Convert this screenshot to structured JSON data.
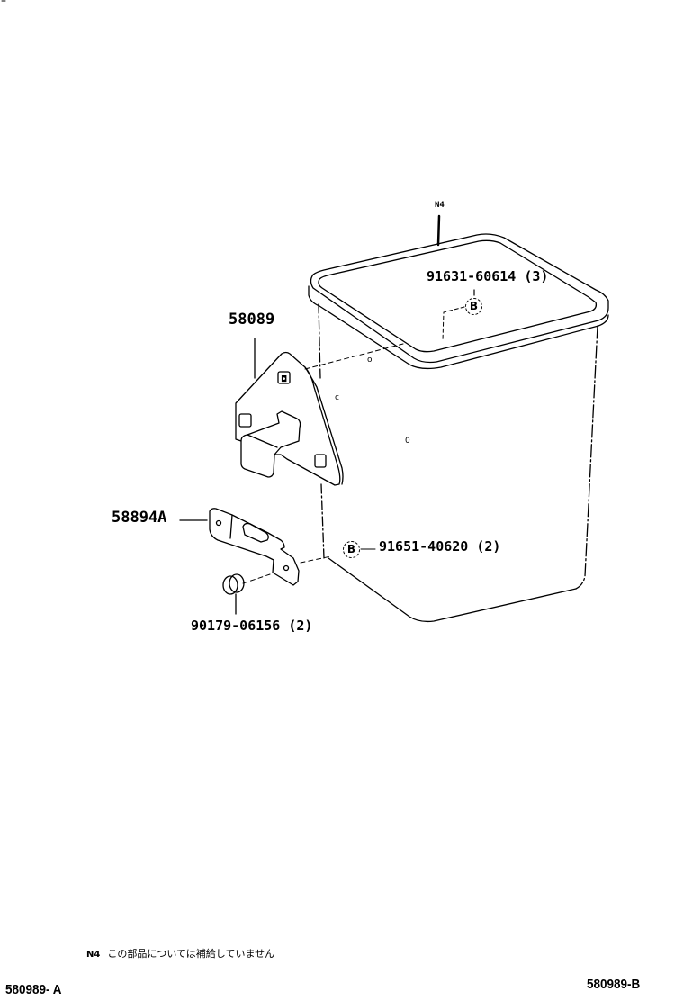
{
  "diagram": {
    "callouts": {
      "n4_marker": "N4",
      "bolt_top": "91631-60614 (3)",
      "bracket_main": "58089",
      "bracket_small": "58894A",
      "bolt_side": "91651-40620 (2)",
      "nut": "90179-06156 (2)",
      "ref_symbol_top": "B",
      "ref_symbol_side": "B"
    },
    "note": {
      "code": "N4",
      "text": "この部品については補給していません"
    },
    "footer": {
      "left_code": "580989- A",
      "right_code": "580989-B"
    }
  }
}
